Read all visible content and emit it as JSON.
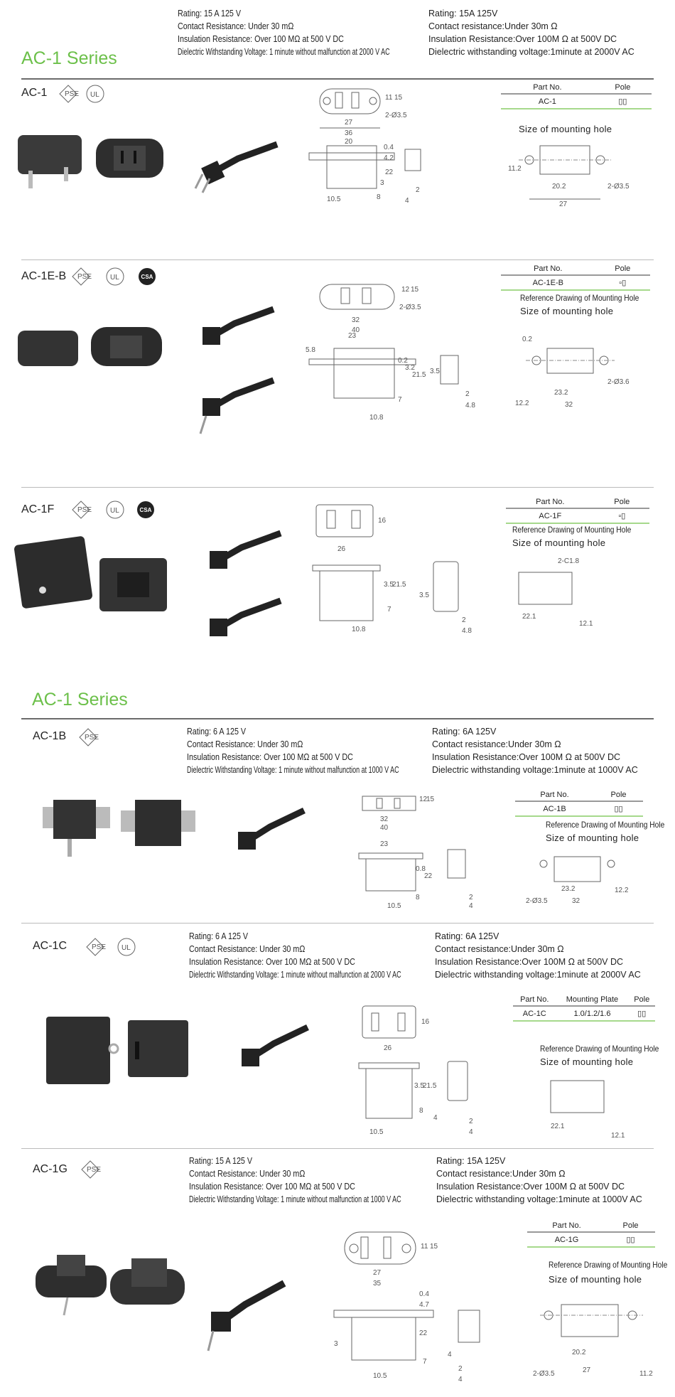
{
  "top_specs": {
    "left": [
      "Rating: 15 A 125 V",
      "Contact Resistance: Under 30 mΩ",
      "Insulation Resistance: Over 100 MΩ at 500 V DC",
      "Dielectric Withstanding Voltage: 1 minute without malfunction at 2000 V AC"
    ],
    "right": [
      "Rating: 15A 125V",
      "Contact resistance:Under 30m Ω",
      "Insulation Resistance:Over 100M Ω at 500V DC",
      "Dielectric withstanding voltage:1minute at 2000V AC"
    ]
  },
  "series_title": "AC-1 Series",
  "series_title_2": "AC-1 Series",
  "colors": {
    "accent": "#6cc04a",
    "rule": "#6b6b6b",
    "table_underline": "#a6d98c"
  },
  "blocks": [
    {
      "model": "AC-1",
      "certs": [
        "PSE",
        "UL"
      ],
      "table": {
        "headers": [
          "Part No.",
          "Pole"
        ],
        "row": [
          "AC-1",
          "▯▯"
        ]
      },
      "size": "Size of mounting hole",
      "dims": [
        "27",
        "36",
        "20",
        "11",
        "15",
        "2-Ø3.5",
        "0.4",
        "4.2",
        "22",
        "3",
        "8",
        "10.5",
        "2",
        "4"
      ],
      "mount_dims": [
        "11.2",
        "20.2",
        "27",
        "2-Ø3.5"
      ]
    },
    {
      "model": "AC-1E-B",
      "certs": [
        "PSE",
        "UL",
        "CSA"
      ],
      "table": {
        "headers": [
          "Part No.",
          "Pole"
        ],
        "row": [
          "AC-1E-B",
          "▫▯"
        ]
      },
      "ref": "Reference Drawing of Mounting Hole",
      "size": "Size of mounting hole",
      "dims": [
        "32",
        "40",
        "12",
        "15",
        "2-Ø3.5",
        "23",
        "5.8",
        "0.2",
        "3.2",
        "21.5",
        "7",
        "10.8",
        "3.5",
        "2",
        "4.8"
      ],
      "mount_dims": [
        "12.2",
        "23.2",
        "32",
        "2-Ø3.6",
        "0.2"
      ]
    },
    {
      "model": "AC-1F",
      "certs": [
        "PSE",
        "UL",
        "CSA"
      ],
      "table": {
        "headers": [
          "Part No.",
          "Pole"
        ],
        "row": [
          "AC-1F",
          "▫▯"
        ]
      },
      "ref": "Reference Drawing of Mounting Hole",
      "size": "Size of mounting hole",
      "dims": [
        "26",
        "16",
        "3.5",
        "21.5",
        "7",
        "10.8",
        "3.5",
        "2",
        "4.8"
      ],
      "mount_dims": [
        "2-C1.8",
        "22.1",
        "12.1"
      ]
    },
    {
      "model": "AC-1B",
      "certs": [
        "PSE"
      ],
      "specs_left": [
        "Rating: 6 A 125 V",
        "Contact Resistance: Under 30 mΩ",
        "Insulation Resistance: Over 100 MΩ at 500 V DC",
        "Dielectric Withstanding Voltage: 1 minute without malfunction at 1000 V AC"
      ],
      "specs_right": [
        "Rating: 6A 125V",
        "Contact resistance:Under 30m Ω",
        "Insulation Resistance:Over 100M Ω  at  500V  DC",
        "Dielectric withstanding voltage:1minute at 1000V AC"
      ],
      "table": {
        "headers": [
          "Part No.",
          "Pole"
        ],
        "row": [
          "AC-1B",
          "▯▯"
        ]
      },
      "ref": "Reference Drawing of Mounting Hole",
      "size": "Size of mounting hole",
      "dims": [
        "32",
        "40",
        "12",
        "15",
        "23",
        "0.8",
        "22",
        "8",
        "10.5",
        "2",
        "4"
      ],
      "mount_dims": [
        "2-Ø3.5",
        "23.2",
        "32",
        "12.2"
      ]
    },
    {
      "model": "AC-1C",
      "certs": [
        "PSE",
        "UL"
      ],
      "specs_left": [
        "Rating: 6 A 125 V",
        "Contact Resistance: Under 30 mΩ",
        "Insulation Resistance: Over 100 MΩ at 500 V DC",
        "Dielectric Withstanding Voltage: 1 minute without malfunction at 2000 V AC"
      ],
      "specs_right": [
        "Rating: 6A 125V",
        "Contact resistance:Under 30m Ω",
        "Insulation Resistance:Over 100M Ω at 500V DC",
        "Dielectric withstanding voltage:1minute at 2000V AC"
      ],
      "table": {
        "headers": [
          "Part No.",
          "Mounting Plate",
          "Pole"
        ],
        "row": [
          "AC-1C",
          "1.0/1.2/1.6",
          "▯▯"
        ]
      },
      "ref": "Reference Drawing of Mounting Hole",
      "size": "Size of mounting hole",
      "dims": [
        "16",
        "26",
        "3.5",
        "21.5",
        "8",
        "10.5",
        "4",
        "2",
        "4"
      ],
      "mount_dims": [
        "22.1",
        "12.1"
      ]
    },
    {
      "model": "AC-1G",
      "certs": [
        "PSE"
      ],
      "specs_left": [
        "Rating: 15 A 125 V",
        "Contact Resistance: Under 30 mΩ",
        "Insulation Resistance: Over 100 MΩ at 500 V DC",
        "Dielectric Withstanding Voltage: 1 minute without malfunction at 1000 V AC"
      ],
      "specs_right": [
        "Rating: 15A 125V",
        "Contact resistance:Under 30m Ω",
        "Insulation Resistance:Over 100M Ω  at  500V  DC",
        "Dielectric withstanding voltage:1minute at 1000V AC"
      ],
      "table": {
        "headers": [
          "Part No.",
          "Pole"
        ],
        "row": [
          "AC-1G",
          "▯▯"
        ]
      },
      "ref": "Reference Drawing of Mounting Hole",
      "size": "Size of mounting hole",
      "dims": [
        "27",
        "35",
        "11",
        "15",
        "0.4",
        "4.7",
        "22",
        "3",
        "7",
        "10.5",
        "4",
        "2",
        "4"
      ],
      "mount_dims": [
        "2-Ø3.5",
        "20.2",
        "27",
        "11.2"
      ]
    }
  ]
}
